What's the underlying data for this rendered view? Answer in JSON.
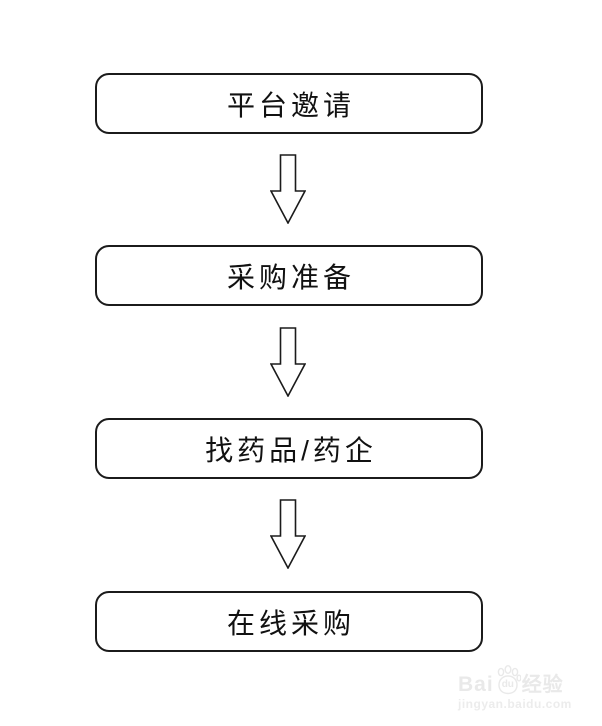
{
  "flowchart": {
    "steps": [
      {
        "id": "platform-invitation",
        "label": "平台邀请"
      },
      {
        "id": "purchase-preparation",
        "label": "采购准备"
      },
      {
        "id": "find-drugs-companies",
        "label": "找药品/药企"
      },
      {
        "id": "online-purchase",
        "label": "在线采购"
      }
    ],
    "connector": "down-arrow"
  },
  "watermark": {
    "brand_prefix": "Bai",
    "brand_suffix": "du",
    "brand_cjk": "经验",
    "url": "jingyan.baidu.com",
    "color": "#e9e9e9"
  },
  "colors": {
    "background": "#ffffff",
    "line": "#1b1b1b",
    "box_fill": "#ffffff",
    "text": "#111111"
  }
}
